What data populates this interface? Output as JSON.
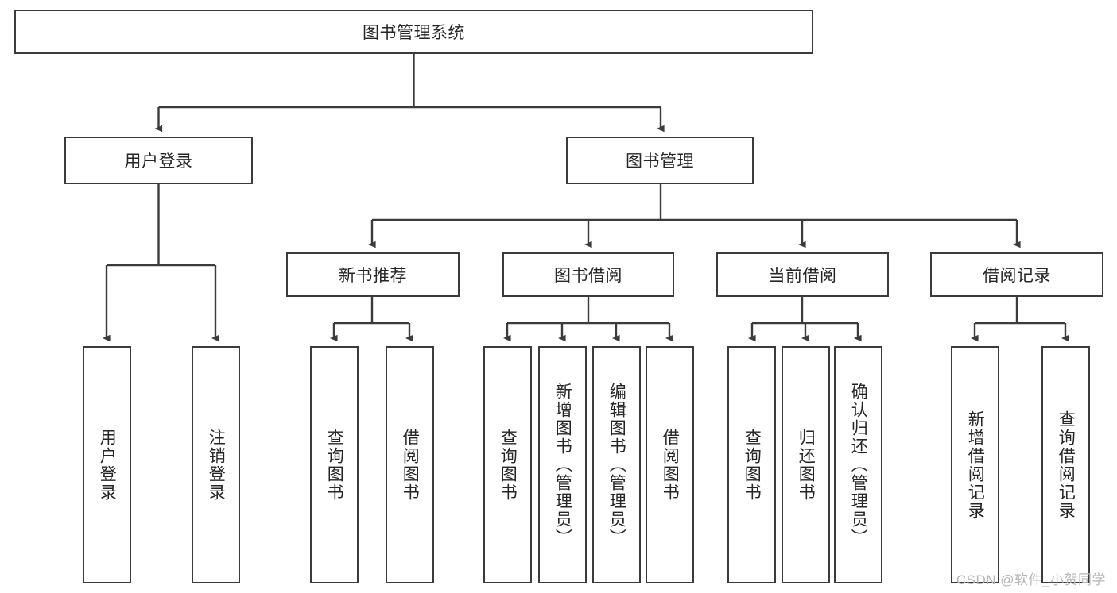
{
  "diagram": {
    "title": "图书管理系统",
    "type": "functional-structure-tree",
    "background_color": "#ffffff",
    "line_color": "#3b3b3b",
    "text_color": "#262626",
    "root": {
      "id": "root",
      "label": "图书管理系统",
      "orientation": "horizontal"
    },
    "level1": [
      {
        "id": "user-login",
        "label": "用户登录",
        "orientation": "horizontal"
      },
      {
        "id": "book-manage",
        "label": "图书管理",
        "orientation": "horizontal"
      }
    ],
    "level2": [
      {
        "id": "new-book-rec",
        "label": "新书推荐",
        "orientation": "horizontal",
        "parent": "book-manage"
      },
      {
        "id": "book-borrow",
        "label": "图书借阅",
        "orientation": "horizontal",
        "parent": "book-manage"
      },
      {
        "id": "current-borrow",
        "label": "当前借阅",
        "orientation": "horizontal",
        "parent": "book-manage"
      },
      {
        "id": "borrow-record",
        "label": "借阅记录",
        "orientation": "horizontal",
        "parent": "book-manage"
      }
    ],
    "leaves": [
      {
        "id": "leaf-user-login",
        "label": "用户登录",
        "parent": "user-login"
      },
      {
        "id": "leaf-logout-login",
        "label": "注销登录",
        "parent": "user-login"
      },
      {
        "id": "leaf-query-book-1",
        "label": "查询图书",
        "parent": "new-book-rec"
      },
      {
        "id": "leaf-borrow-book-1",
        "label": "借阅图书",
        "parent": "new-book-rec"
      },
      {
        "id": "leaf-query-book-2",
        "label": "查询图书",
        "parent": "book-borrow"
      },
      {
        "id": "leaf-add-book",
        "label": "新增图书（管理员）",
        "parent": "book-borrow"
      },
      {
        "id": "leaf-edit-book",
        "label": "编辑图书（管理员）",
        "parent": "book-borrow"
      },
      {
        "id": "leaf-borrow-book-2",
        "label": "借阅图书",
        "parent": "book-borrow"
      },
      {
        "id": "leaf-query-book-3",
        "label": "查询图书",
        "parent": "current-borrow"
      },
      {
        "id": "leaf-return-book",
        "label": "归还图书",
        "parent": "current-borrow"
      },
      {
        "id": "leaf-confirm-return",
        "label": "确认归还（管理员）",
        "parent": "current-borrow"
      },
      {
        "id": "leaf-add-record",
        "label": "新增借阅记录",
        "parent": "borrow-record"
      },
      {
        "id": "leaf-query-record",
        "label": "查询借阅记录",
        "parent": "borrow-record"
      }
    ],
    "watermark": "CSDN @软件_小贺同学"
  }
}
